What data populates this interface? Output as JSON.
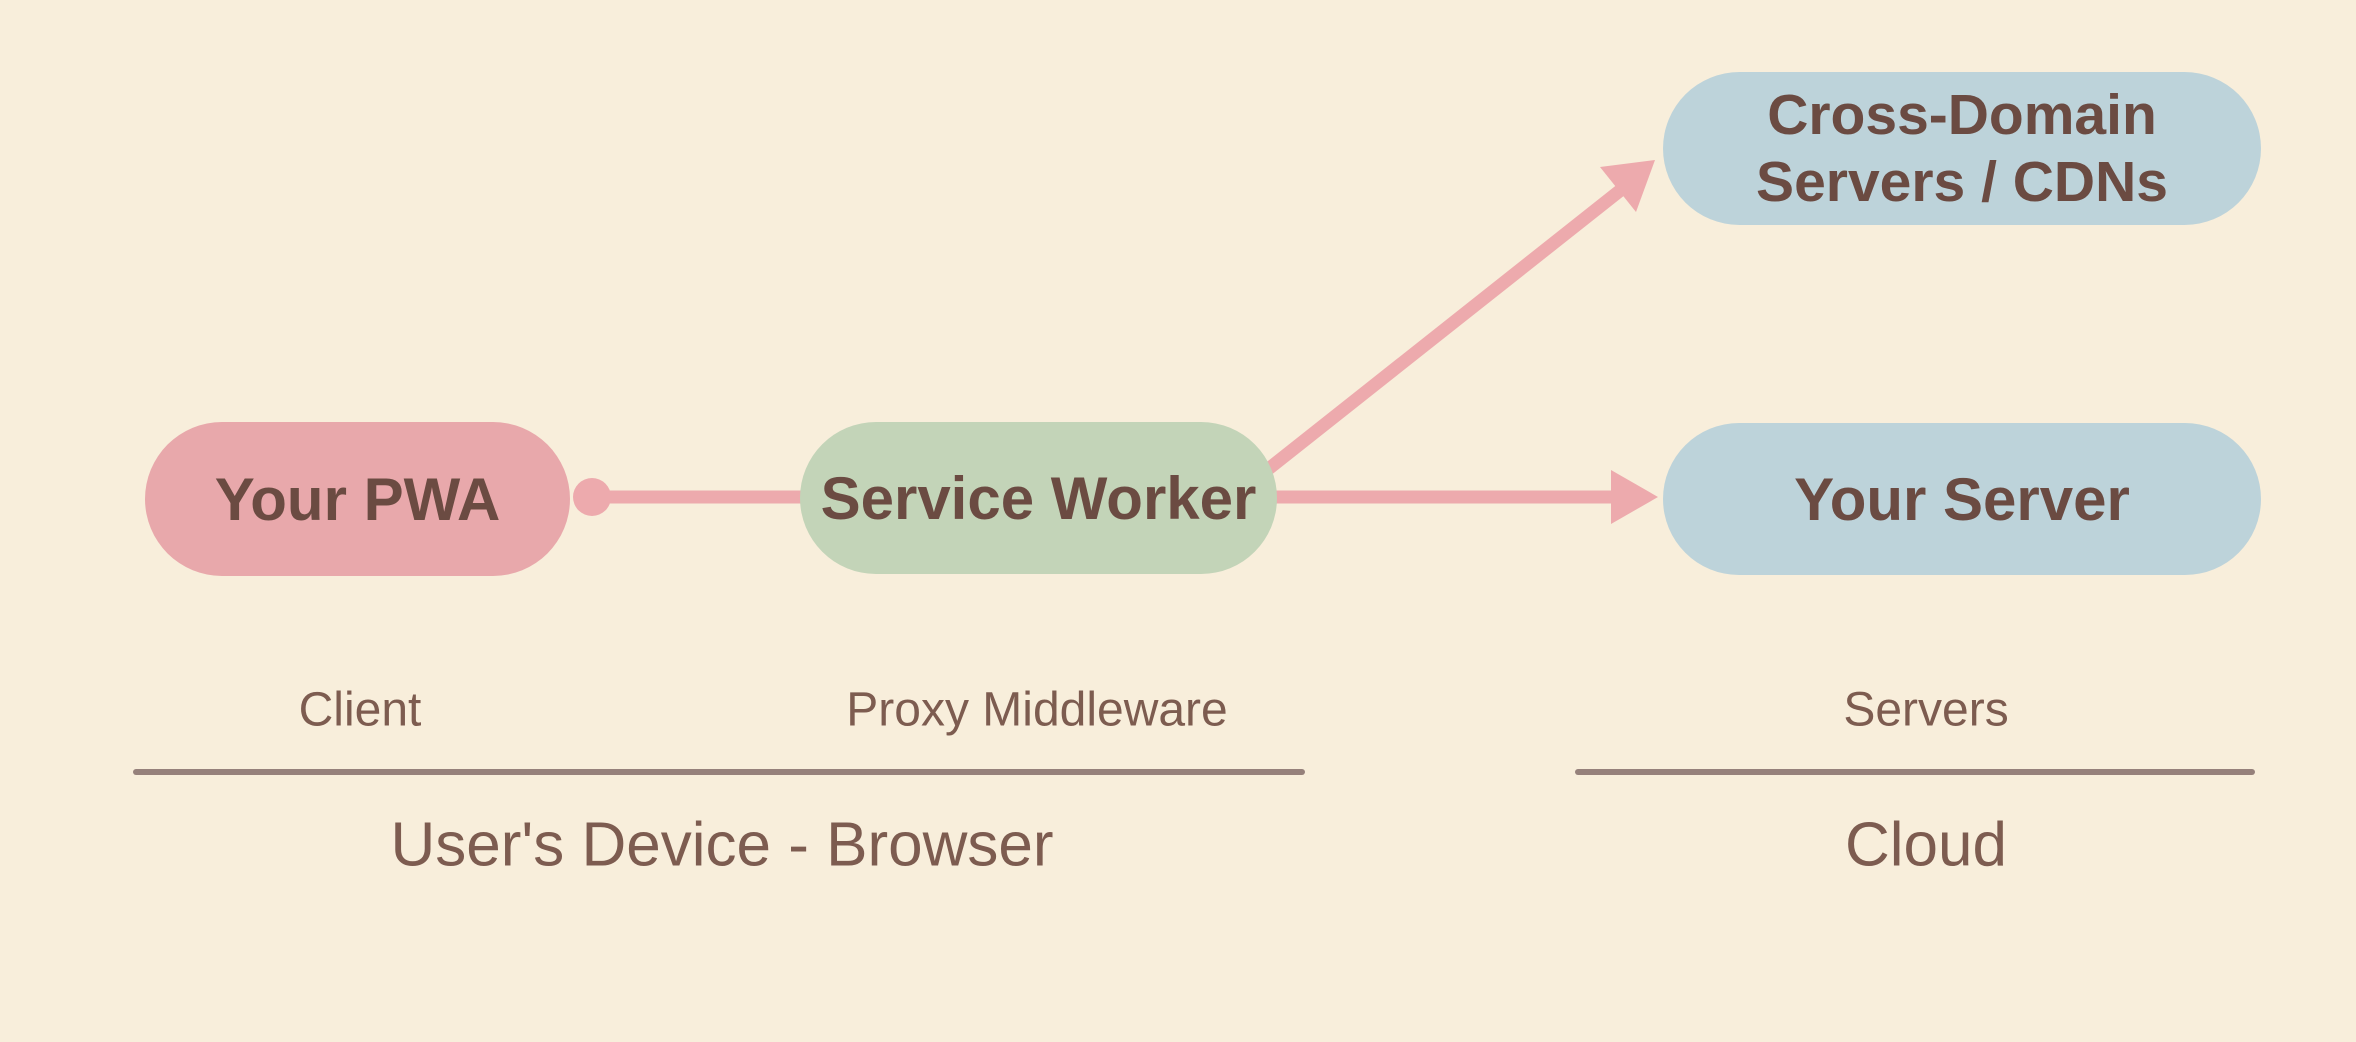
{
  "diagram_title": "PWA Service Worker proxy architecture",
  "colors": {
    "background": "#f8eedb",
    "pill_pink": "#e8a8ab",
    "pill_green": "#c3d4b8",
    "pill_blue": "#bdd3da",
    "pill_text": "#6b4b42",
    "label_text": "#7d5c50",
    "divider": "#96817b",
    "arrow": "#edaaad"
  },
  "nodes": {
    "pwa": {
      "label": "Your PWA",
      "color": "#e8a8ab"
    },
    "service_worker": {
      "label": "Service Worker",
      "color": "#c3d4b8"
    },
    "cross_domain": {
      "label": "Cross-Domain Servers / CDNs",
      "color": "#bdd3da"
    },
    "your_server": {
      "label": "Your Server",
      "color": "#bdd3da"
    }
  },
  "connections": [
    {
      "from": "pwa",
      "to": "service_worker",
      "style": "line-with-dot-origin",
      "arrowhead": false
    },
    {
      "from": "service_worker",
      "to": "cross_domain",
      "style": "diagonal",
      "arrowhead": true
    },
    {
      "from": "service_worker",
      "to": "your_server",
      "style": "horizontal",
      "arrowhead": true
    }
  ],
  "labels": {
    "client": "Client",
    "proxy_middleware": "Proxy Middleware",
    "servers": "Servers",
    "users_device": "User's Device - Browser",
    "cloud": "Cloud"
  }
}
